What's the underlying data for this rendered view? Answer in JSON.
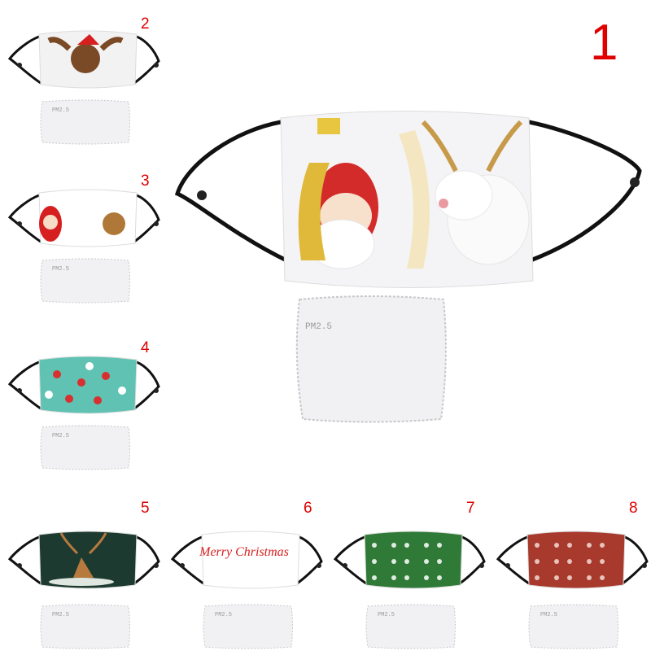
{
  "main_product": {
    "number": "1",
    "filter_label": "PM2.5",
    "body_color": "#f4f4f6"
  },
  "variants": [
    {
      "number": "2",
      "filter_label": "PM2.5",
      "body_color": "#f2f2f2",
      "accent": "#7a4a26"
    },
    {
      "number": "3",
      "filter_label": "PM2.5",
      "body_color": "#ffffff",
      "accent": "#d62020"
    },
    {
      "number": "4",
      "filter_label": "PM2.5",
      "body_color": "#5fc2b3",
      "accent": "#d83030"
    },
    {
      "number": "5",
      "filter_label": "PM2.5",
      "body_color": "#1d3a30",
      "accent": "#b77a3e"
    },
    {
      "number": "6",
      "filter_label": "PM2.5",
      "body_color": "#ffffff",
      "accent": "#d82020",
      "text": "Merry Christmas"
    },
    {
      "number": "7",
      "filter_label": "PM2.5",
      "body_color": "#2f7a36",
      "accent": "#ffffff"
    },
    {
      "number": "8",
      "filter_label": "PM2.5",
      "body_color": "#a8392d",
      "accent": "#f3dcd6"
    }
  ]
}
